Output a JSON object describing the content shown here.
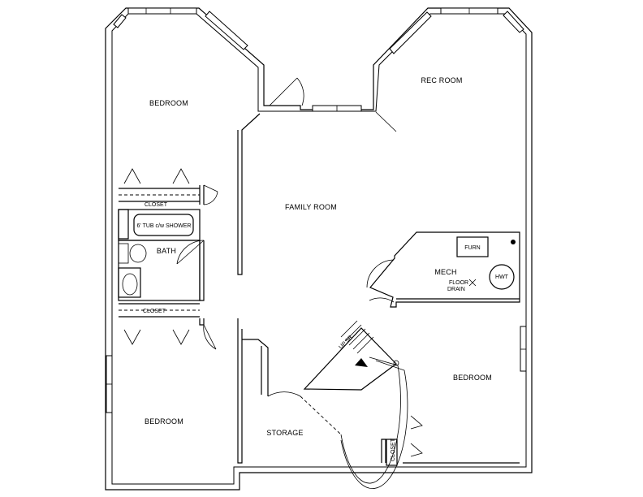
{
  "rooms": {
    "bedroom_nw": "BEDROOM",
    "rec_room": "REC ROOM",
    "family_room": "FAMILY ROOM",
    "bath": "BATH",
    "mech": "MECH",
    "bedroom_se": "BEDROOM",
    "bedroom_sw": "BEDROOM",
    "storage": "STORAGE"
  },
  "fixtures": {
    "closet_upper": "CLOSET",
    "closet_lower": "CLOSET",
    "closet_vertical": "CLOSET",
    "tub": "6' TUB c/w SHOWER",
    "furnace": "FURN",
    "hot_water_tank": "HWT",
    "floor_drain_1": "FLOOR",
    "floor_drain_2": "DRAIN",
    "stair": "UP 5R"
  }
}
